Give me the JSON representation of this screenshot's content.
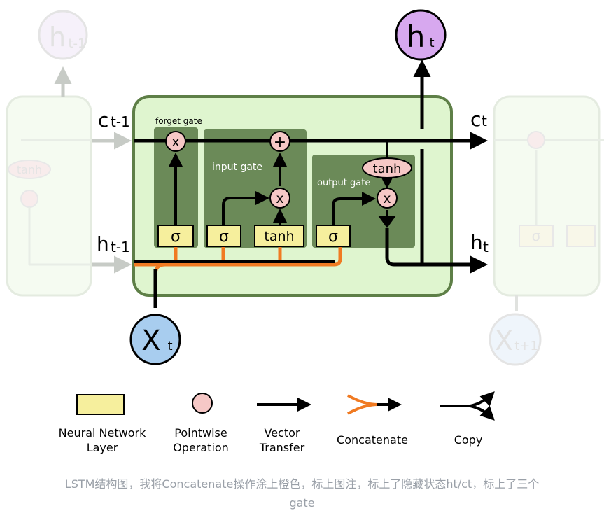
{
  "labels": {
    "h_prev_out": "h",
    "h_prev_out_sub": "t-1",
    "h_t_out": "h",
    "h_t_out_sub": "t",
    "c_in": "c",
    "c_in_sub": "t-1",
    "c_out": "c",
    "c_out_sub": "t",
    "h_in": "h",
    "h_in_sub": "t-1",
    "h_out": "h",
    "h_out_sub": "t",
    "x_in": "X",
    "x_in_sub": "t",
    "x_next": "X",
    "x_next_sub": "t+1",
    "forget_gate": "forget gate",
    "input_gate": "input gate",
    "output_gate": "output gate",
    "sigma": "σ",
    "tanh": "tanh",
    "times": "x",
    "plus": "+"
  },
  "legend": {
    "neural_network_layer_line1": "Neural Network",
    "neural_network_layer_line2": "Layer",
    "pointwise_operation_line1": "Pointwise",
    "pointwise_operation_line2": "Operation",
    "vector_transfer_line1": "Vector",
    "vector_transfer_line2": "Transfer",
    "concatenate": "Concatenate",
    "copy": "Copy"
  },
  "caption": {
    "line1": "LSTM结构图，我将Concatenate操作涂上橙色，标上图注，标上了隐藏状态ht/ct，标上了三个",
    "line2": "gate"
  },
  "colors": {
    "cell_fill": "#dff5cf",
    "cell_stroke": "#5e7f47",
    "gate_fill": "#6b8a58",
    "layer_fill": "#f6ef9d",
    "pointwise_fill": "#f6c8c6",
    "x_fill": "#a8cdef",
    "h_fill": "#d7a8ef",
    "concat_orange": "#f07a22",
    "faded": "#c8d9c3"
  }
}
